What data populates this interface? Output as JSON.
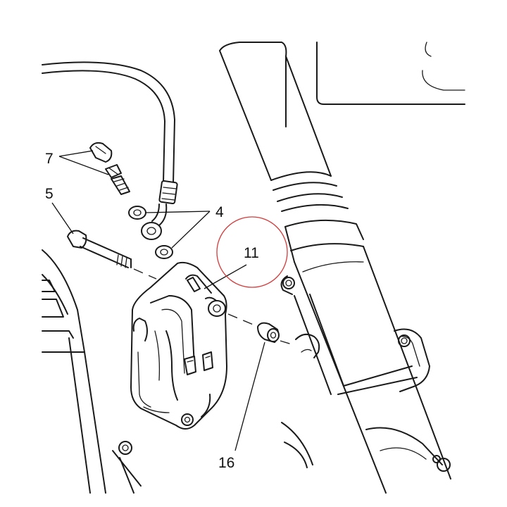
{
  "callouts": {
    "c7": "7",
    "c5": "5",
    "c4": "4",
    "c11": "11",
    "c16": "16"
  },
  "colors": {
    "line": "#1a1a1a",
    "highlight_circle": "#d33b3b",
    "background": "#ffffff"
  },
  "icons": {
    "highlight": "red-circle-highlight"
  }
}
